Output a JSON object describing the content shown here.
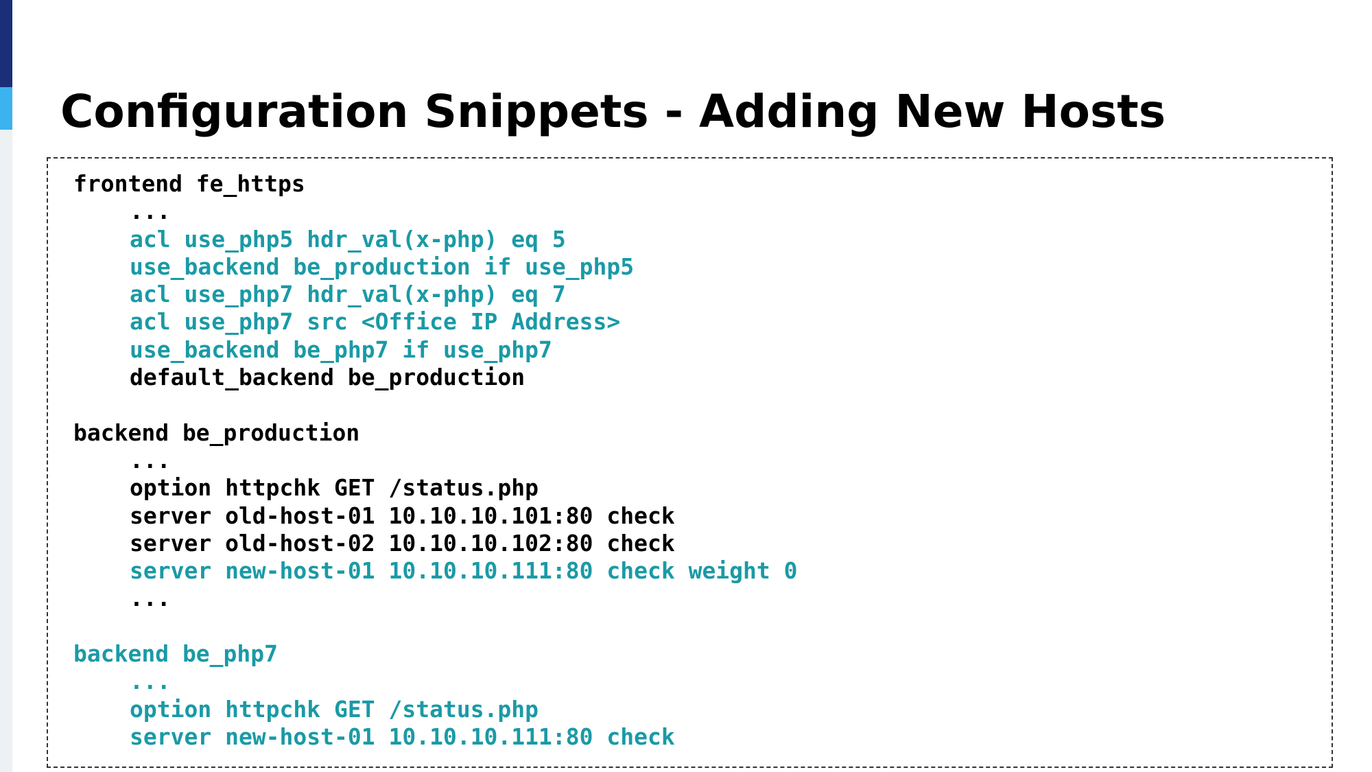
{
  "slide": {
    "title": "Configuration Snippets - Adding New Hosts"
  },
  "colors": {
    "accent_dark": "#1b2f78",
    "accent_light": "#3bb3ee",
    "code_plain": "#000000",
    "code_highlight": "#1a9aa6"
  },
  "code": {
    "lines": [
      {
        "text": "frontend fe_https",
        "indent": 0,
        "style": "plain"
      },
      {
        "text": "...",
        "indent": 1,
        "style": "plain"
      },
      {
        "text": "acl use_php5 hdr_val(x-php) eq 5",
        "indent": 1,
        "style": "highlight"
      },
      {
        "text": "use_backend be_production if use_php5",
        "indent": 1,
        "style": "highlight"
      },
      {
        "text": "acl use_php7 hdr_val(x-php) eq 7",
        "indent": 1,
        "style": "highlight"
      },
      {
        "text": "acl use_php7 src <Office IP Address>",
        "indent": 1,
        "style": "highlight"
      },
      {
        "text": "use_backend be_php7 if use_php7",
        "indent": 1,
        "style": "highlight"
      },
      {
        "text": "default_backend be_production",
        "indent": 1,
        "style": "plain"
      },
      {
        "text": "",
        "indent": 0,
        "style": "plain"
      },
      {
        "text": "backend be_production",
        "indent": 0,
        "style": "plain"
      },
      {
        "text": "...",
        "indent": 1,
        "style": "plain"
      },
      {
        "text": "option httpchk GET /status.php",
        "indent": 1,
        "style": "plain"
      },
      {
        "text": "server old-host-01 10.10.10.101:80 check",
        "indent": 1,
        "style": "plain"
      },
      {
        "text": "server old-host-02 10.10.10.102:80 check",
        "indent": 1,
        "style": "plain"
      },
      {
        "text": "server new-host-01 10.10.10.111:80 check weight 0",
        "indent": 1,
        "style": "highlight"
      },
      {
        "text": "...",
        "indent": 1,
        "style": "plain"
      },
      {
        "text": "",
        "indent": 0,
        "style": "plain"
      },
      {
        "text": "backend be_php7",
        "indent": 0,
        "style": "highlight"
      },
      {
        "text": "...",
        "indent": 1,
        "style": "highlight"
      },
      {
        "text": "option httpchk GET /status.php",
        "indent": 1,
        "style": "highlight"
      },
      {
        "text": "server new-host-01 10.10.10.111:80 check",
        "indent": 1,
        "style": "highlight"
      }
    ]
  }
}
